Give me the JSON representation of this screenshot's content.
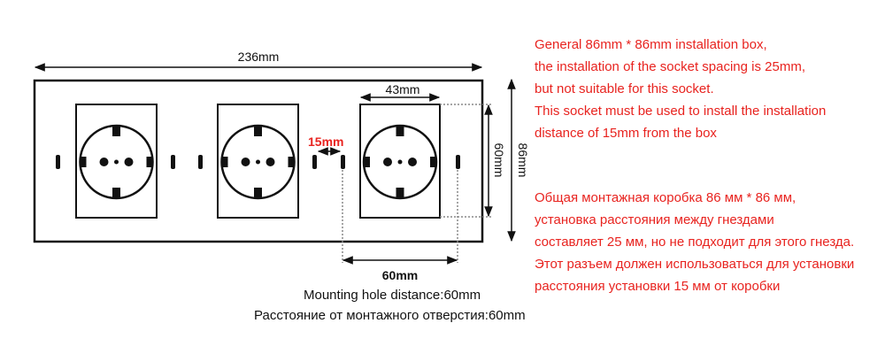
{
  "dimensions": {
    "total_width": "236mm",
    "socket_width": "43mm",
    "socket_height": "60mm",
    "panel_height": "86mm",
    "spacing": "15mm",
    "hole_distance": "60mm"
  },
  "captions": {
    "mounting_en": "Mounting hole distance:60mm",
    "mounting_ru": "Расстояние от монтажного отверстия:60mm"
  },
  "notes": {
    "en": [
      "General 86mm * 86mm installation box,",
      "the installation of the socket spacing is 25mm,",
      "but not suitable for this socket.",
      "This socket must be used to install the installation",
      "distance of 15mm from the box"
    ],
    "ru": [
      "Общая монтажная коробка 86 мм * 86 мм,",
      "установка расстояния между гнездами",
      "составляет 25 мм, но не подходит для этого гнезда.",
      "Этот разъем должен использоваться для установки",
      "расстояния установки 15 мм от коробки"
    ]
  },
  "colors": {
    "note_text": "#e8231f",
    "accent": "#e8231f",
    "line": "#111111"
  }
}
